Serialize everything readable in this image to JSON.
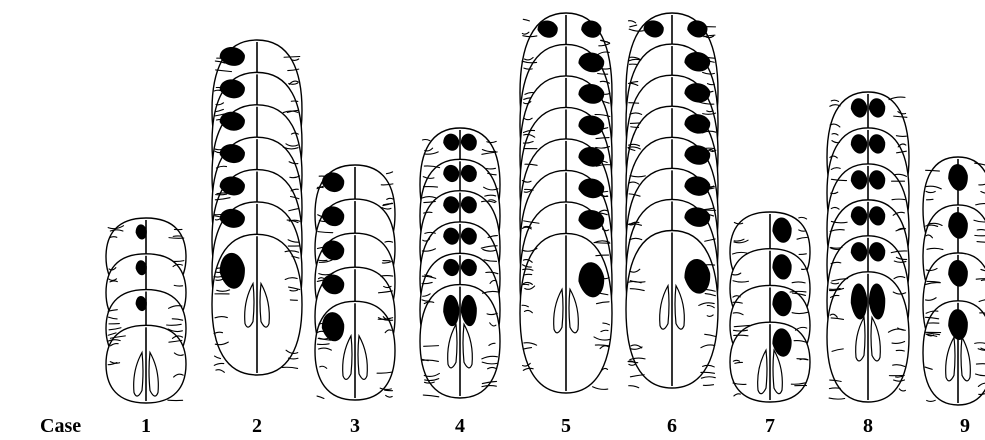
{
  "figure": {
    "row_label": "Case",
    "lesion_color": "#000000",
    "cases": [
      {
        "label": "1",
        "slices": 4,
        "lesion_side": "left-mid"
      },
      {
        "label": "2",
        "slices": 7,
        "lesion_side": "left"
      },
      {
        "label": "3",
        "slices": 5,
        "lesion_side": "left"
      },
      {
        "label": "4",
        "slices": 6,
        "lesion_side": "bilateral-mid"
      },
      {
        "label": "5",
        "slices": 8,
        "lesion_side": "right"
      },
      {
        "label": "6",
        "slices": 8,
        "lesion_side": "right"
      },
      {
        "label": "7",
        "slices": 4,
        "lesion_side": "right-mid"
      },
      {
        "label": "8",
        "slices": 6,
        "lesion_side": "bilateral-mid"
      },
      {
        "label": "9",
        "slices": 4,
        "lesion_side": "mid"
      }
    ]
  }
}
